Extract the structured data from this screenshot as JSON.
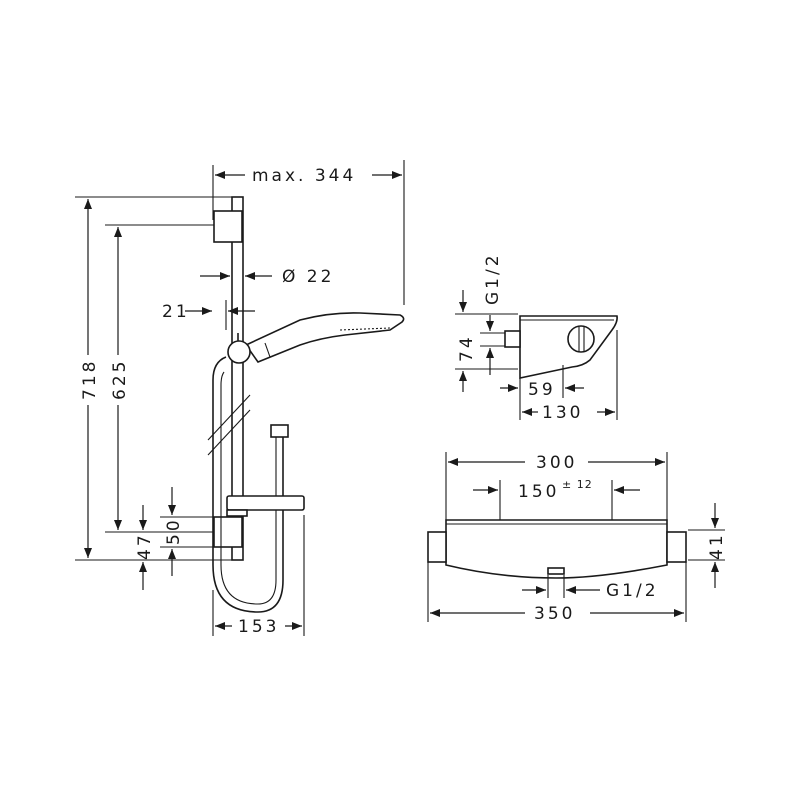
{
  "shower_rail_view": {
    "max_width": "max. 344",
    "rail_diameter": "Ø 22",
    "wall_offset": "21",
    "total_height": "718",
    "bracket_spacing": "625",
    "bottom_offset": "47",
    "bracket_height": "50",
    "hose_width": "153"
  },
  "thermostat_side_view": {
    "connection": "G1/2",
    "height": "74",
    "connection_depth": "59",
    "depth": "130"
  },
  "thermostat_front_view": {
    "body_width": "300",
    "connection_spacing": "150",
    "tolerance": "± 12",
    "height": "41",
    "outlet": "G1/2",
    "total_width": "350"
  }
}
